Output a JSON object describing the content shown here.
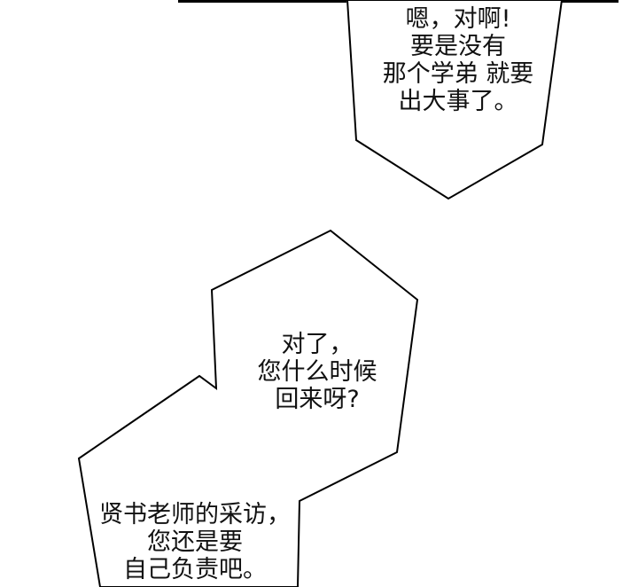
{
  "colors": {
    "background": "#ffffff",
    "ink": "#000000",
    "text": "#111111"
  },
  "bubbles": [
    {
      "lines": [
        "嗯，对啊!",
        "要是没有",
        "那个学弟 就要",
        "出大事了。"
      ]
    },
    {
      "lines": [
        "对了，",
        "您什么时候",
        "回来呀?"
      ]
    },
    {
      "lines": [
        "贤书老师的采访，",
        "您还是要",
        "自己负责吧。"
      ]
    }
  ]
}
